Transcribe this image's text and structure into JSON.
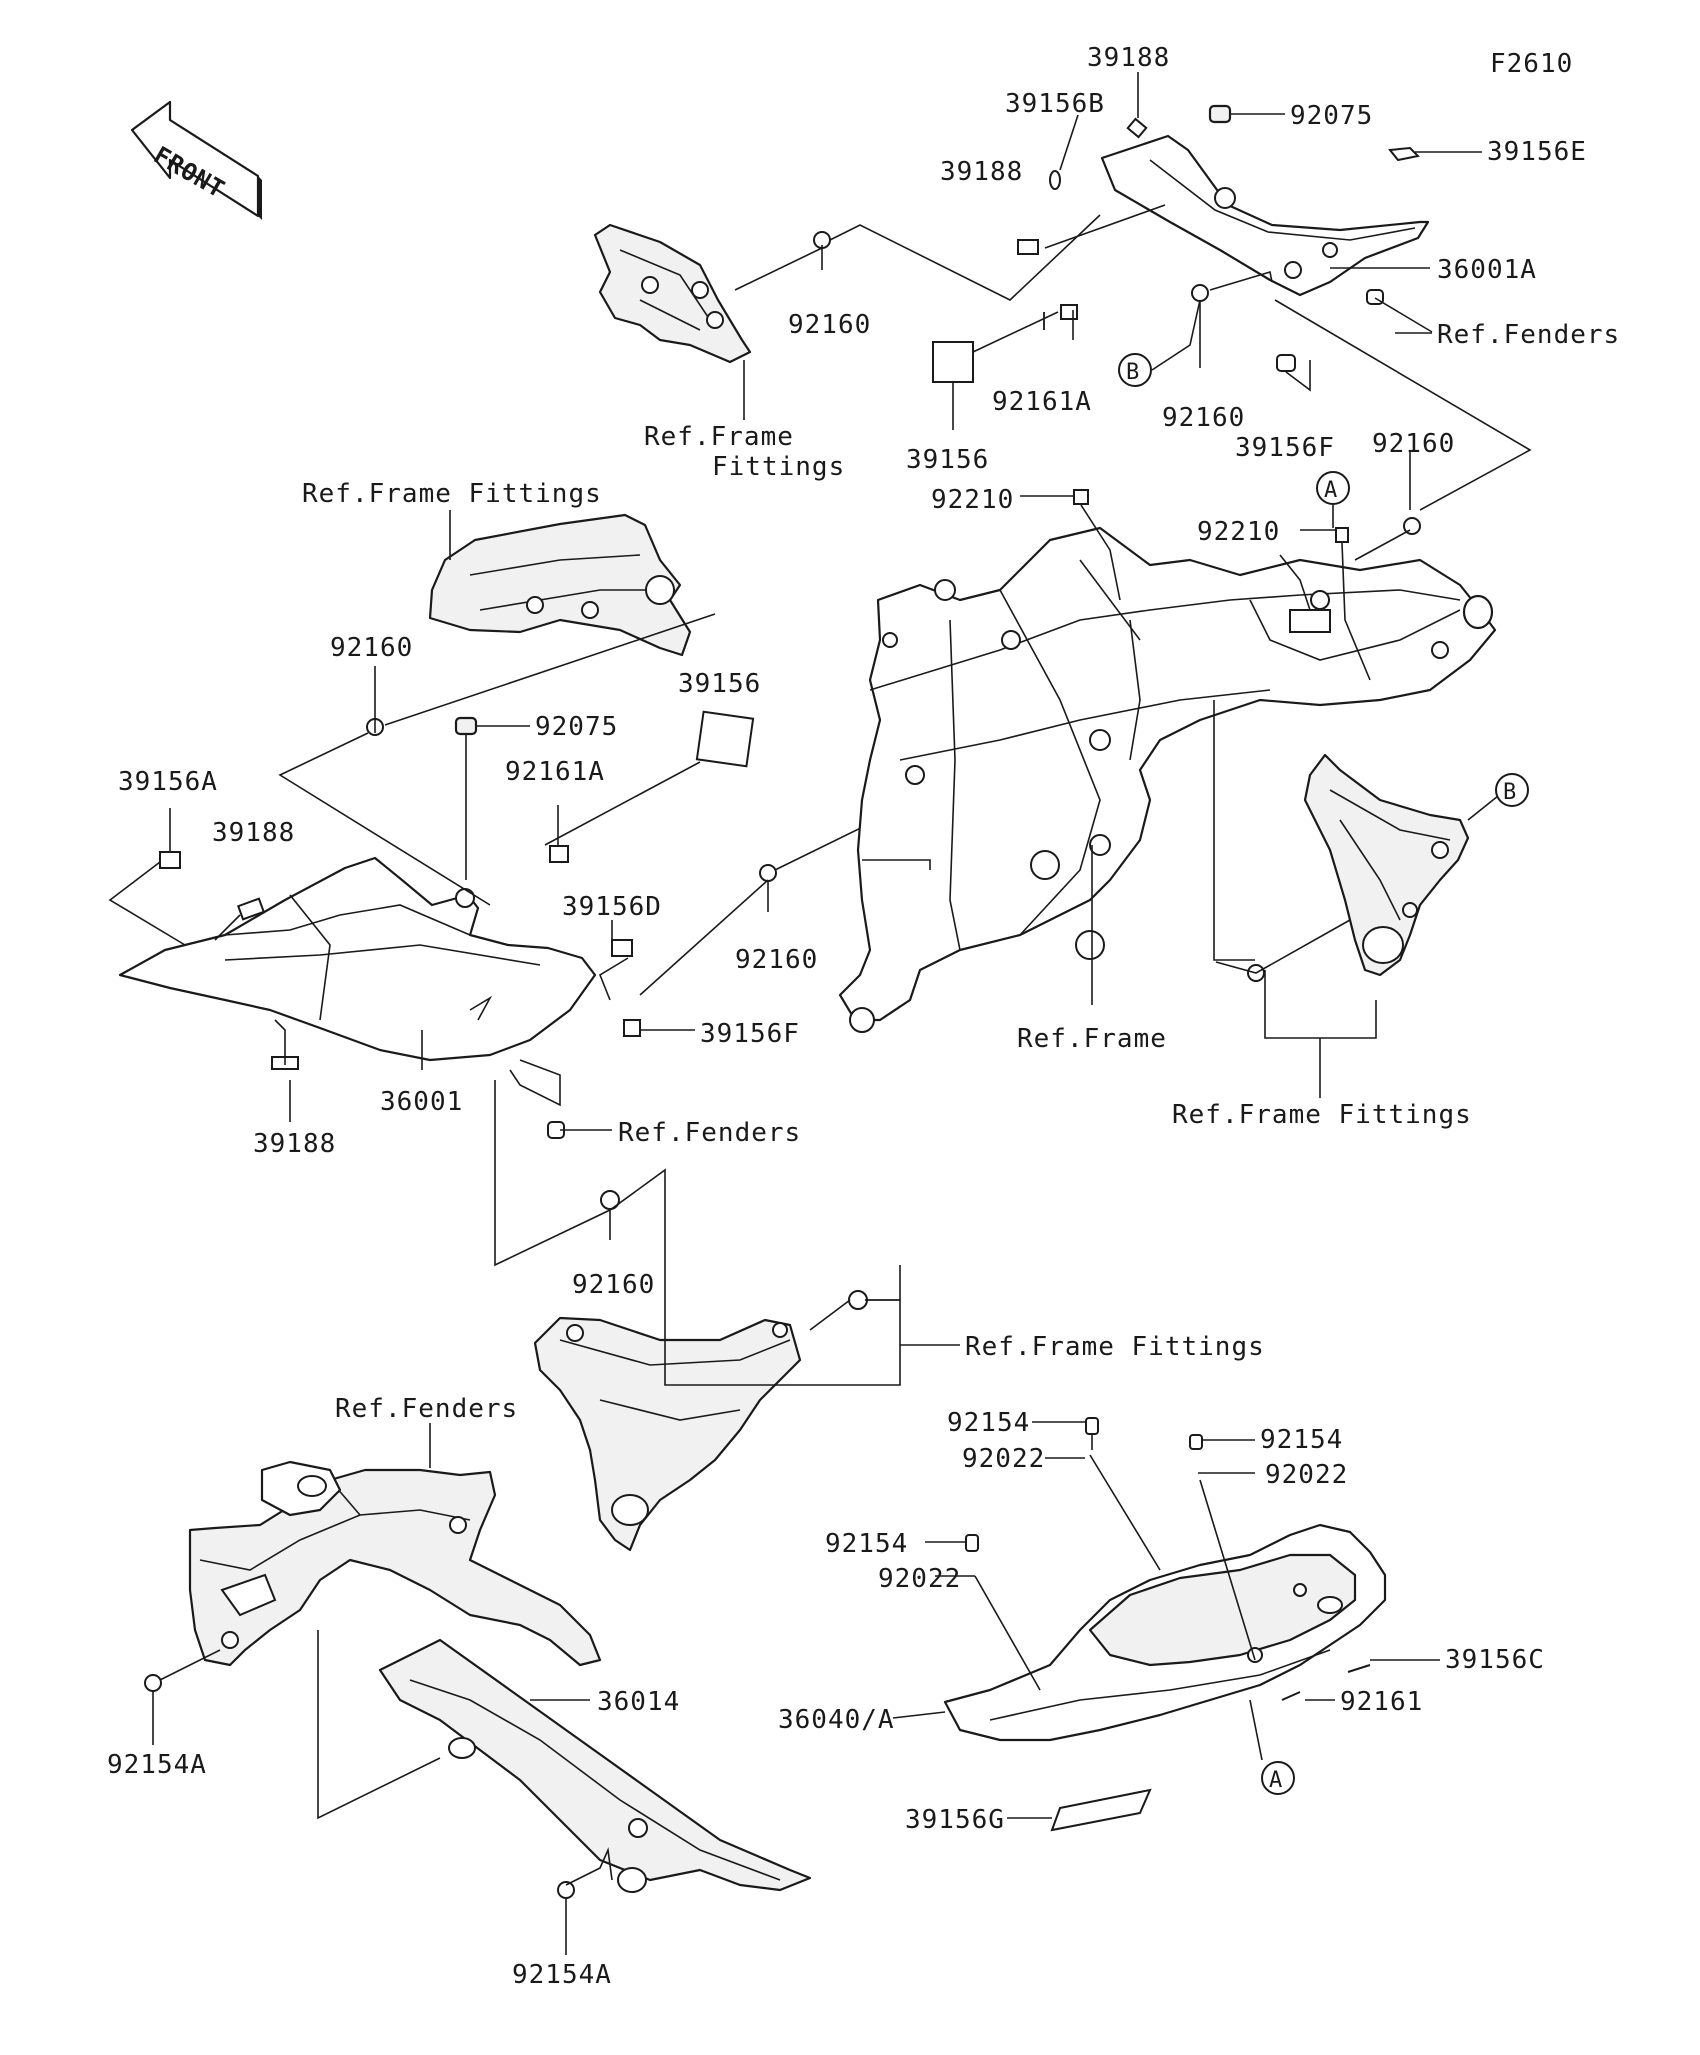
{
  "figure_code": "F2610",
  "front_arrow_text": "FRONT",
  "circle_markers": {
    "a": "A",
    "b": "B"
  },
  "labels": {
    "l_39188_top": "39188",
    "l_39156B": "39156B",
    "l_92075_top": "92075",
    "l_39156E": "39156E",
    "l_39188_mid": "39188",
    "l_36001A": "36001A",
    "l_ref_fenders_top": "Ref.Fenders",
    "l_92160_tl": "92160",
    "l_ref_frame_fittings_tl_1": "Ref.Frame",
    "l_ref_frame_fittings_tl_2": "Fittings",
    "l_92161A_top": "92161A",
    "l_39156_top": "39156",
    "l_92160_b": "92160",
    "l_39156F_top": "39156F",
    "l_92160_r": "92160",
    "l_92210_a": "92210",
    "l_92210_b": "92210",
    "l_ref_frame_fittings_l": "Ref.Frame Fittings",
    "l_92160_l": "92160",
    "l_92075_l": "92075",
    "l_39156_l": "39156",
    "l_39156A": "39156A",
    "l_92161A_l": "92161A",
    "l_39188_l": "39188",
    "l_39156D": "39156D",
    "l_92160_m": "92160",
    "l_39156F_l": "39156F",
    "l_36001": "36001",
    "l_39188_b": "39188",
    "l_ref_fenders_l": "Ref.Fenders",
    "l_ref_frame": "Ref.Frame",
    "l_ref_frame_fittings_r": "Ref.Frame Fittings",
    "l_92160_low": "92160",
    "l_ref_frame_fittings_low": "Ref.Frame Fittings",
    "l_ref_fenders_bl": "Ref.Fenders",
    "l_92154_a": "92154",
    "l_92022_a": "92022",
    "l_92154_b": "92154",
    "l_92022_b": "92022",
    "l_92154_c": "92154",
    "l_92022_c": "92022",
    "l_39156C": "39156C",
    "l_92161": "92161",
    "l_36040A": "36040/A",
    "l_36014": "36014",
    "l_39156G": "39156G",
    "l_92154A_l": "92154A",
    "l_92154A_b": "92154A"
  }
}
